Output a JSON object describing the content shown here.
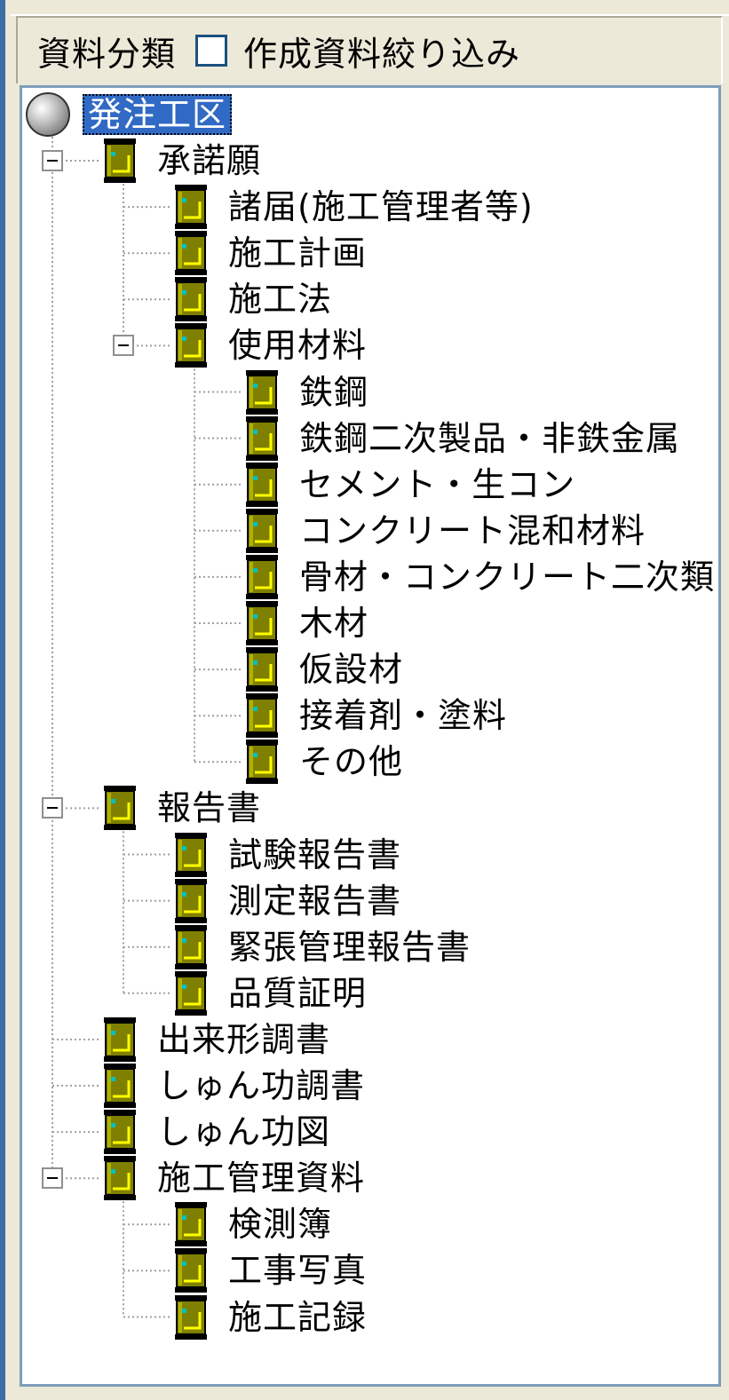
{
  "header": {
    "category_label": "資料分類",
    "filter_label": "作成資料絞り込み"
  },
  "tree": {
    "root": "発注工区",
    "nodes": [
      {
        "label": "承諾願",
        "level": 1,
        "expanded": true
      },
      {
        "label": "諸届(施工管理者等)",
        "level": 2
      },
      {
        "label": "施工計画",
        "level": 2
      },
      {
        "label": "施工法",
        "level": 2
      },
      {
        "label": "使用材料",
        "level": 2,
        "expanded": true
      },
      {
        "label": "鉄鋼",
        "level": 3
      },
      {
        "label": "鉄鋼二次製品・非鉄金属",
        "level": 3
      },
      {
        "label": "セメント・生コン",
        "level": 3
      },
      {
        "label": "コンクリート混和材料",
        "level": 3
      },
      {
        "label": "骨材・コンクリート二次類",
        "level": 3
      },
      {
        "label": "木材",
        "level": 3
      },
      {
        "label": "仮設材",
        "level": 3
      },
      {
        "label": "接着剤・塗料",
        "level": 3
      },
      {
        "label": "その他",
        "level": 3
      },
      {
        "label": "報告書",
        "level": 1,
        "expanded": true
      },
      {
        "label": "試験報告書",
        "level": 2
      },
      {
        "label": "測定報告書",
        "level": 2
      },
      {
        "label": "緊張管理報告書",
        "level": 2
      },
      {
        "label": "品質証明",
        "level": 2
      },
      {
        "label": "出来形調書",
        "level": 1
      },
      {
        "label": "しゅん功調書",
        "level": 1
      },
      {
        "label": "しゅん功図",
        "level": 1
      },
      {
        "label": "施工管理資料",
        "level": 1,
        "expanded": true
      },
      {
        "label": "検測簿",
        "level": 2
      },
      {
        "label": "工事写真",
        "level": 2
      },
      {
        "label": "施工記録",
        "level": 2
      }
    ]
  },
  "colors": {
    "selection": "#316ac5",
    "folder": "#808000",
    "folder_accent": "#ffff00",
    "panel": "#ece9d8"
  },
  "icons": {
    "root": "globe-icon",
    "node": "folder-icon",
    "expander": "minus-box-icon"
  }
}
